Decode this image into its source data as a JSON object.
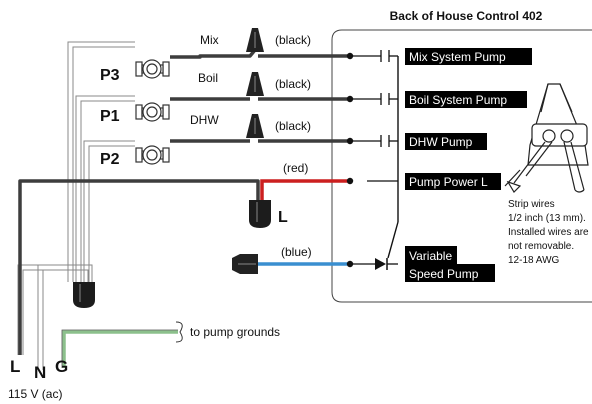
{
  "panel": {
    "title": "Back of House Control 402",
    "terminals": [
      {
        "label": "Mix System Pump"
      },
      {
        "label": "Boil System Pump"
      },
      {
        "label": "DHW Pump"
      },
      {
        "label": "Pump Power L"
      },
      {
        "label_line1": "Variable",
        "label_line2": "Speed Pump"
      }
    ],
    "note": {
      "line1": "Strip wires",
      "line2": "1/2 inch (13 mm).",
      "line3": "Installed wires are",
      "line4": "not removable.",
      "line5": "12-18 AWG"
    }
  },
  "pumps": [
    {
      "tag": "P3",
      "name": "Mix"
    },
    {
      "tag": "P1",
      "name": "Boil"
    },
    {
      "tag": "P2",
      "name": "DHW"
    }
  ],
  "wire_labels": {
    "black1": "(black)",
    "black2": "(black)",
    "black3": "(black)",
    "red": "(red)",
    "blue": "(blue)"
  },
  "connector_L": "L",
  "ground_note": "to pump grounds",
  "supply": {
    "L": "L",
    "N": "N",
    "G": "G",
    "voltage": "115 V (ac)"
  },
  "colors": {
    "wire_dark": "#3d3d3d",
    "wire_red": "#cc1f1f",
    "wire_blue": "#3a8fd0",
    "wire_green": "#8cc08c",
    "label_bg": "#000000"
  }
}
